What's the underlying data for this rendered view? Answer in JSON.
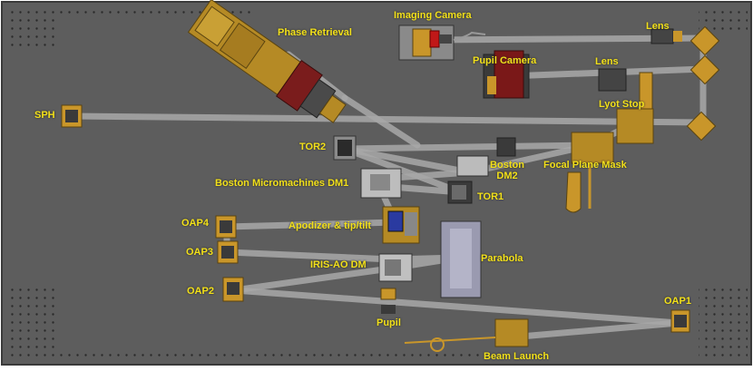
{
  "labels": {
    "phase_retrieval": "Phase Retrieval",
    "imaging_camera": "Imaging Camera",
    "pupil_camera": "Pupil Camera",
    "lens_top": "Lens",
    "lens_mid": "Lens",
    "lyot_stop": "Lyot Stop",
    "sph": "SPH",
    "tor2": "TOR2",
    "boston_dm2_line1": "Boston",
    "boston_dm2_line2": "DM2",
    "focal_plane_mask": "Focal Plane Mask",
    "boston_dm1": "Boston Micromachines DM1",
    "tor1": "TOR1",
    "oap4": "OAP4",
    "apodizer": "Apodizer & tip/tilt",
    "oap3": "OAP3",
    "parabola": "Parabola",
    "iris_ao_dm": "IRIS-AO DM",
    "oap2": "OAP2",
    "oap1": "OAP1",
    "pupil": "Pupil",
    "beam_launch": "Beam Launch"
  },
  "colors": {
    "table": "#5d5d5d",
    "beam": "#a8a8a8",
    "label": "#f2e01a",
    "mount": "#c9962a",
    "camera_red": "#a01818"
  }
}
